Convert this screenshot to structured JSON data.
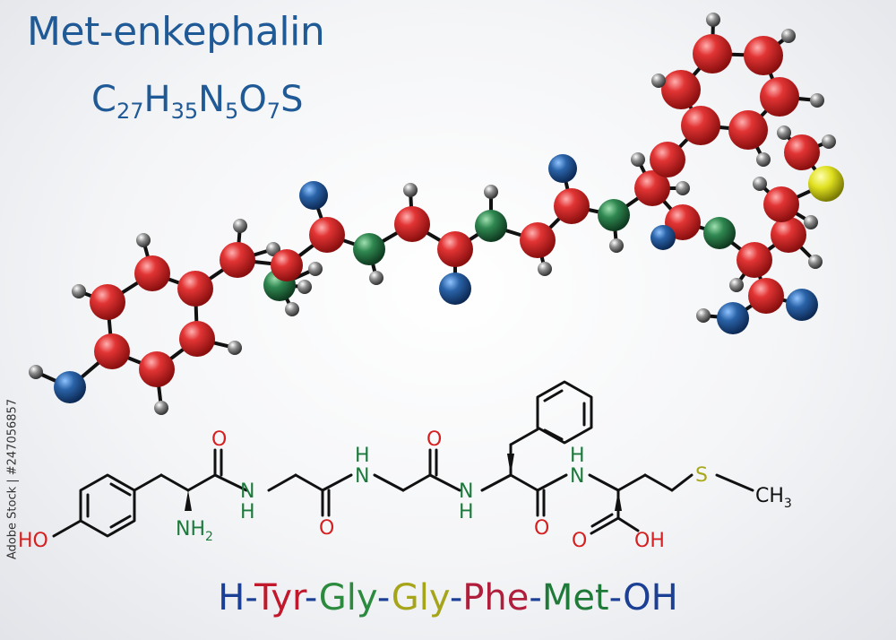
{
  "title": "Met-enkephalin",
  "formula": {
    "parts": [
      {
        "el": "C",
        "n": "27"
      },
      {
        "el": "H",
        "n": "35"
      },
      {
        "el": "N",
        "n": "5"
      },
      {
        "el": "O",
        "n": "7"
      },
      {
        "el": "S",
        "n": ""
      }
    ]
  },
  "sequence": [
    {
      "text": "H-",
      "color": "#1a3f95"
    },
    {
      "text": "Tyr",
      "color": "#c2182b"
    },
    {
      "text": "-",
      "color": "#1a3f95"
    },
    {
      "text": "Gly",
      "color": "#2b8a3e"
    },
    {
      "text": "-",
      "color": "#1a3f95"
    },
    {
      "text": "Gly",
      "color": "#a6a51a"
    },
    {
      "text": "-",
      "color": "#1a3f95"
    },
    {
      "text": "Phe",
      "color": "#b01e3c"
    },
    {
      "text": "-",
      "color": "#1a3f95"
    },
    {
      "text": "Met",
      "color": "#1f7a3a"
    },
    {
      "text": "-OH",
      "color": "#1a3f95"
    }
  ],
  "stock_id": "Adobe Stock | #247056857",
  "structure_labels": {
    "o1": "O",
    "o2": "O",
    "o3": "O",
    "o4": "O",
    "o5": "O",
    "nh_1_n": "N",
    "nh_1_h": "H",
    "nh_2_h": "H",
    "nh_2_n": "N",
    "nh_3_n": "N",
    "nh_3_h": "H",
    "nh_4_h": "H",
    "nh_4_n": "N",
    "nh2": "NH",
    "nh2_sub": "2",
    "ho": "HO",
    "oh": "OH",
    "s": "S",
    "ch3": "CH",
    "ch3_sub": "3"
  },
  "colors": {
    "title": "#1f5a96",
    "oxygen_atom": "#d42a2a",
    "nitrogen_atom": "#1e5b9a",
    "carbon_atom": "#d42a2a",
    "amide_n_atom": "#2c7a45",
    "hydrogen_atom": "#8a8a8a",
    "sulfur_atom": "#d8d81a",
    "label_oxygen": "#d42020",
    "label_nitrogen": "#1c7a3c"
  }
}
